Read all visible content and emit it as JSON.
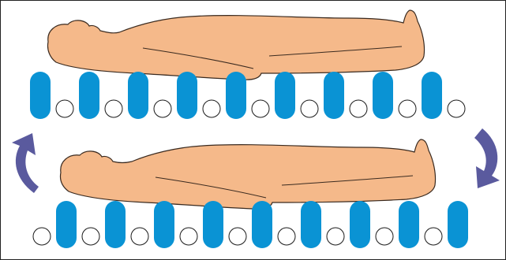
{
  "colors": {
    "skin": "#f5b98a",
    "skin_outline": "#3a2a1f",
    "cell_inflated": "#0a93d4",
    "cell_deflated": "#ffffff",
    "cell_outline": "#1a1a1a",
    "arrow": "#5a5a9e",
    "frame": "#222222"
  },
  "icons": {
    "rotate_left": "counterclockwise-arrow-icon",
    "rotate_right": "clockwise-arrow-icon"
  },
  "rows": [
    {
      "name": "top-mattress",
      "pattern": "inflated-first",
      "inflated_cells": 9,
      "deflated_cells": 9
    },
    {
      "name": "bottom-mattress",
      "pattern": "deflated-first",
      "inflated_cells": 9,
      "deflated_cells": 9
    }
  ]
}
